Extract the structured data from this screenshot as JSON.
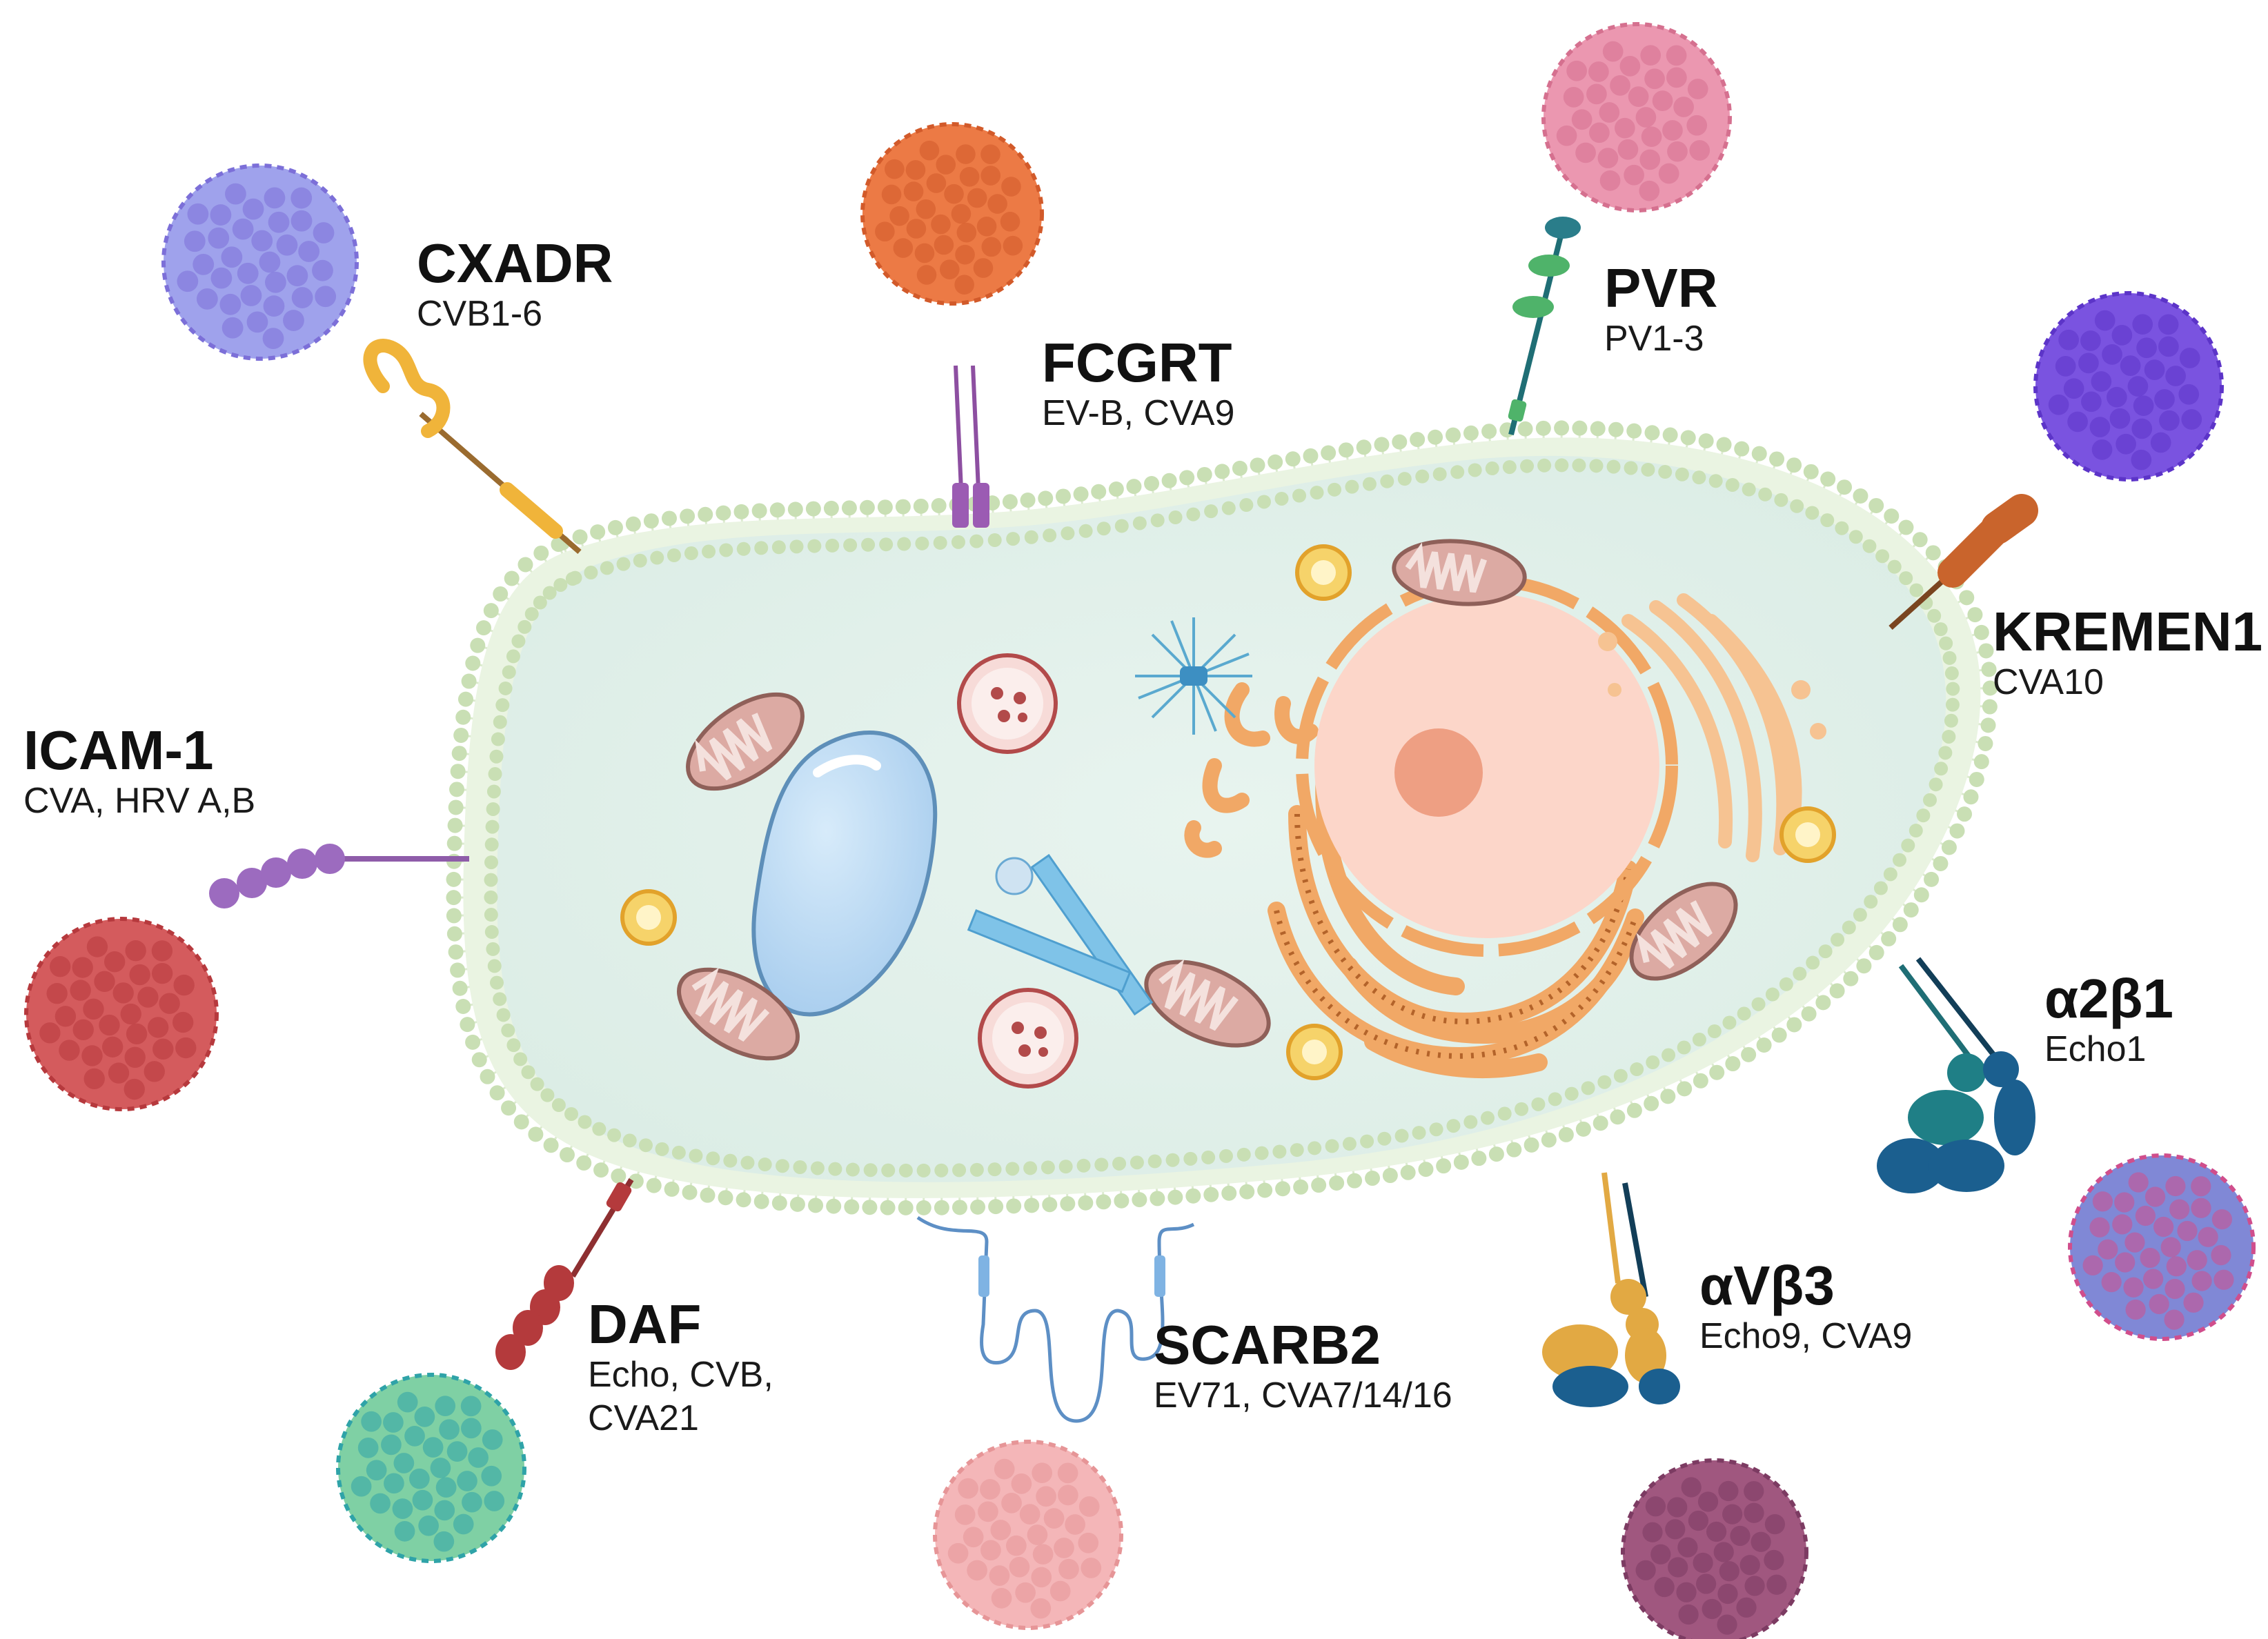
{
  "receptors": [
    {
      "id": "cxadr",
      "name": "CXADR",
      "viruses": [
        "CVB1-6"
      ]
    },
    {
      "id": "fcgrt",
      "name": "FCGRT",
      "viruses": [
        "EV-B, CVA9"
      ]
    },
    {
      "id": "pvr",
      "name": "PVR",
      "viruses": [
        "PV1-3"
      ]
    },
    {
      "id": "kremen1",
      "name": "KREMEN1",
      "viruses": [
        "CVA10"
      ]
    },
    {
      "id": "icam1",
      "name": "ICAM-1",
      "viruses": [
        "CVA, HRV A,B"
      ]
    },
    {
      "id": "a2b1",
      "name": "α2β1",
      "viruses": [
        "Echo1"
      ]
    },
    {
      "id": "daf",
      "name": "DAF",
      "viruses": [
        "Echo, CVB,",
        "CVA21"
      ]
    },
    {
      "id": "scarb2",
      "name": "SCARB2",
      "viruses": [
        "EV71, CVA7/14/16"
      ]
    },
    {
      "id": "avb3",
      "name": "αVβ3",
      "viruses": [
        "Echo9, CVA9"
      ]
    }
  ],
  "colors": {
    "membrane_dot": "#c9dfb4",
    "membrane_tail": "#dcebcf",
    "cytoplasm": "#e3f1ed",
    "nucleus": "#fcd6c9",
    "nucleolus": "#ee9f83",
    "er": "#f1a866",
    "mito_fill": "#d9a9a2",
    "mito_stroke": "#9d6e67",
    "vacuole": "#bfdcf4",
    "cxadr": "#f0b43a",
    "fcgrt": "#8d4fa1",
    "pvr": "#2f8a79",
    "kremen1": "#c9642c",
    "icam1": "#8e5ca9",
    "a2b1": "#1f7f86",
    "daf": "#b43a3c",
    "scarb2": "#5d8fc5",
    "avb3": "#e2a943"
  },
  "virions": [
    {
      "id": "cxadr-virus",
      "icon": "virus-capsid-icon",
      "fill": "#9fa2ec",
      "accent": "#7c6fd8"
    },
    {
      "id": "fcgrt-virus",
      "icon": "virus-capsid-icon",
      "fill": "#ec7a45",
      "accent": "#d25a2a"
    },
    {
      "id": "pvr-virus",
      "icon": "virus-capsid-icon",
      "fill": "#eb97b0",
      "accent": "#d5708f"
    },
    {
      "id": "kremen1-virus",
      "icon": "virus-capsid-icon",
      "fill": "#7a53e0",
      "accent": "#5c34c8"
    },
    {
      "id": "icam1-virus",
      "icon": "virus-capsid-icon",
      "fill": "#d45b5d",
      "accent": "#b6393d"
    },
    {
      "id": "a2b1-virus",
      "icon": "virus-capsid-icon",
      "fill": "#8088d6",
      "accent": "#d04e8c"
    },
    {
      "id": "daf-virus",
      "icon": "virus-capsid-icon",
      "fill": "#7fd0a4",
      "accent": "#2fa3a8"
    },
    {
      "id": "scarb2-virus",
      "icon": "virus-capsid-icon",
      "fill": "#f4b6b8",
      "accent": "#e69597"
    },
    {
      "id": "avb3-virus",
      "icon": "virus-capsid-icon",
      "fill": "#a0577f",
      "accent": "#7c3b62"
    }
  ]
}
